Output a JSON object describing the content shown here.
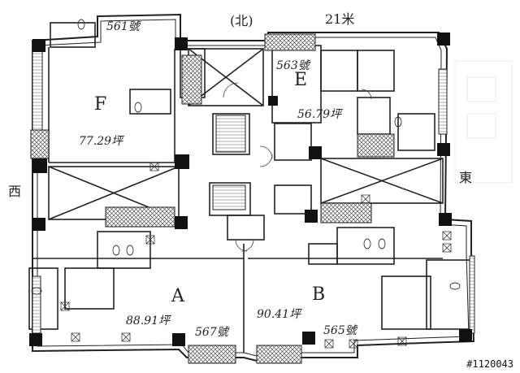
{
  "header": {
    "north": "(北)",
    "width_note": "21米"
  },
  "sides": {
    "west": "西",
    "east": "東"
  },
  "units": [
    {
      "id": "F",
      "letter": "F",
      "area": "77.29坪",
      "number": "561號"
    },
    {
      "id": "E",
      "letter": "E",
      "area": "56.79坪",
      "number": "563號"
    },
    {
      "id": "A",
      "letter": "A",
      "area": "88.91坪",
      "number": "567號"
    },
    {
      "id": "B",
      "letter": "B",
      "area": "90.41坪",
      "number": "565號"
    }
  ],
  "watermark": "#1120043",
  "colors": {
    "ink": "#222222",
    "hatch": "#555555",
    "column": "#111111"
  }
}
